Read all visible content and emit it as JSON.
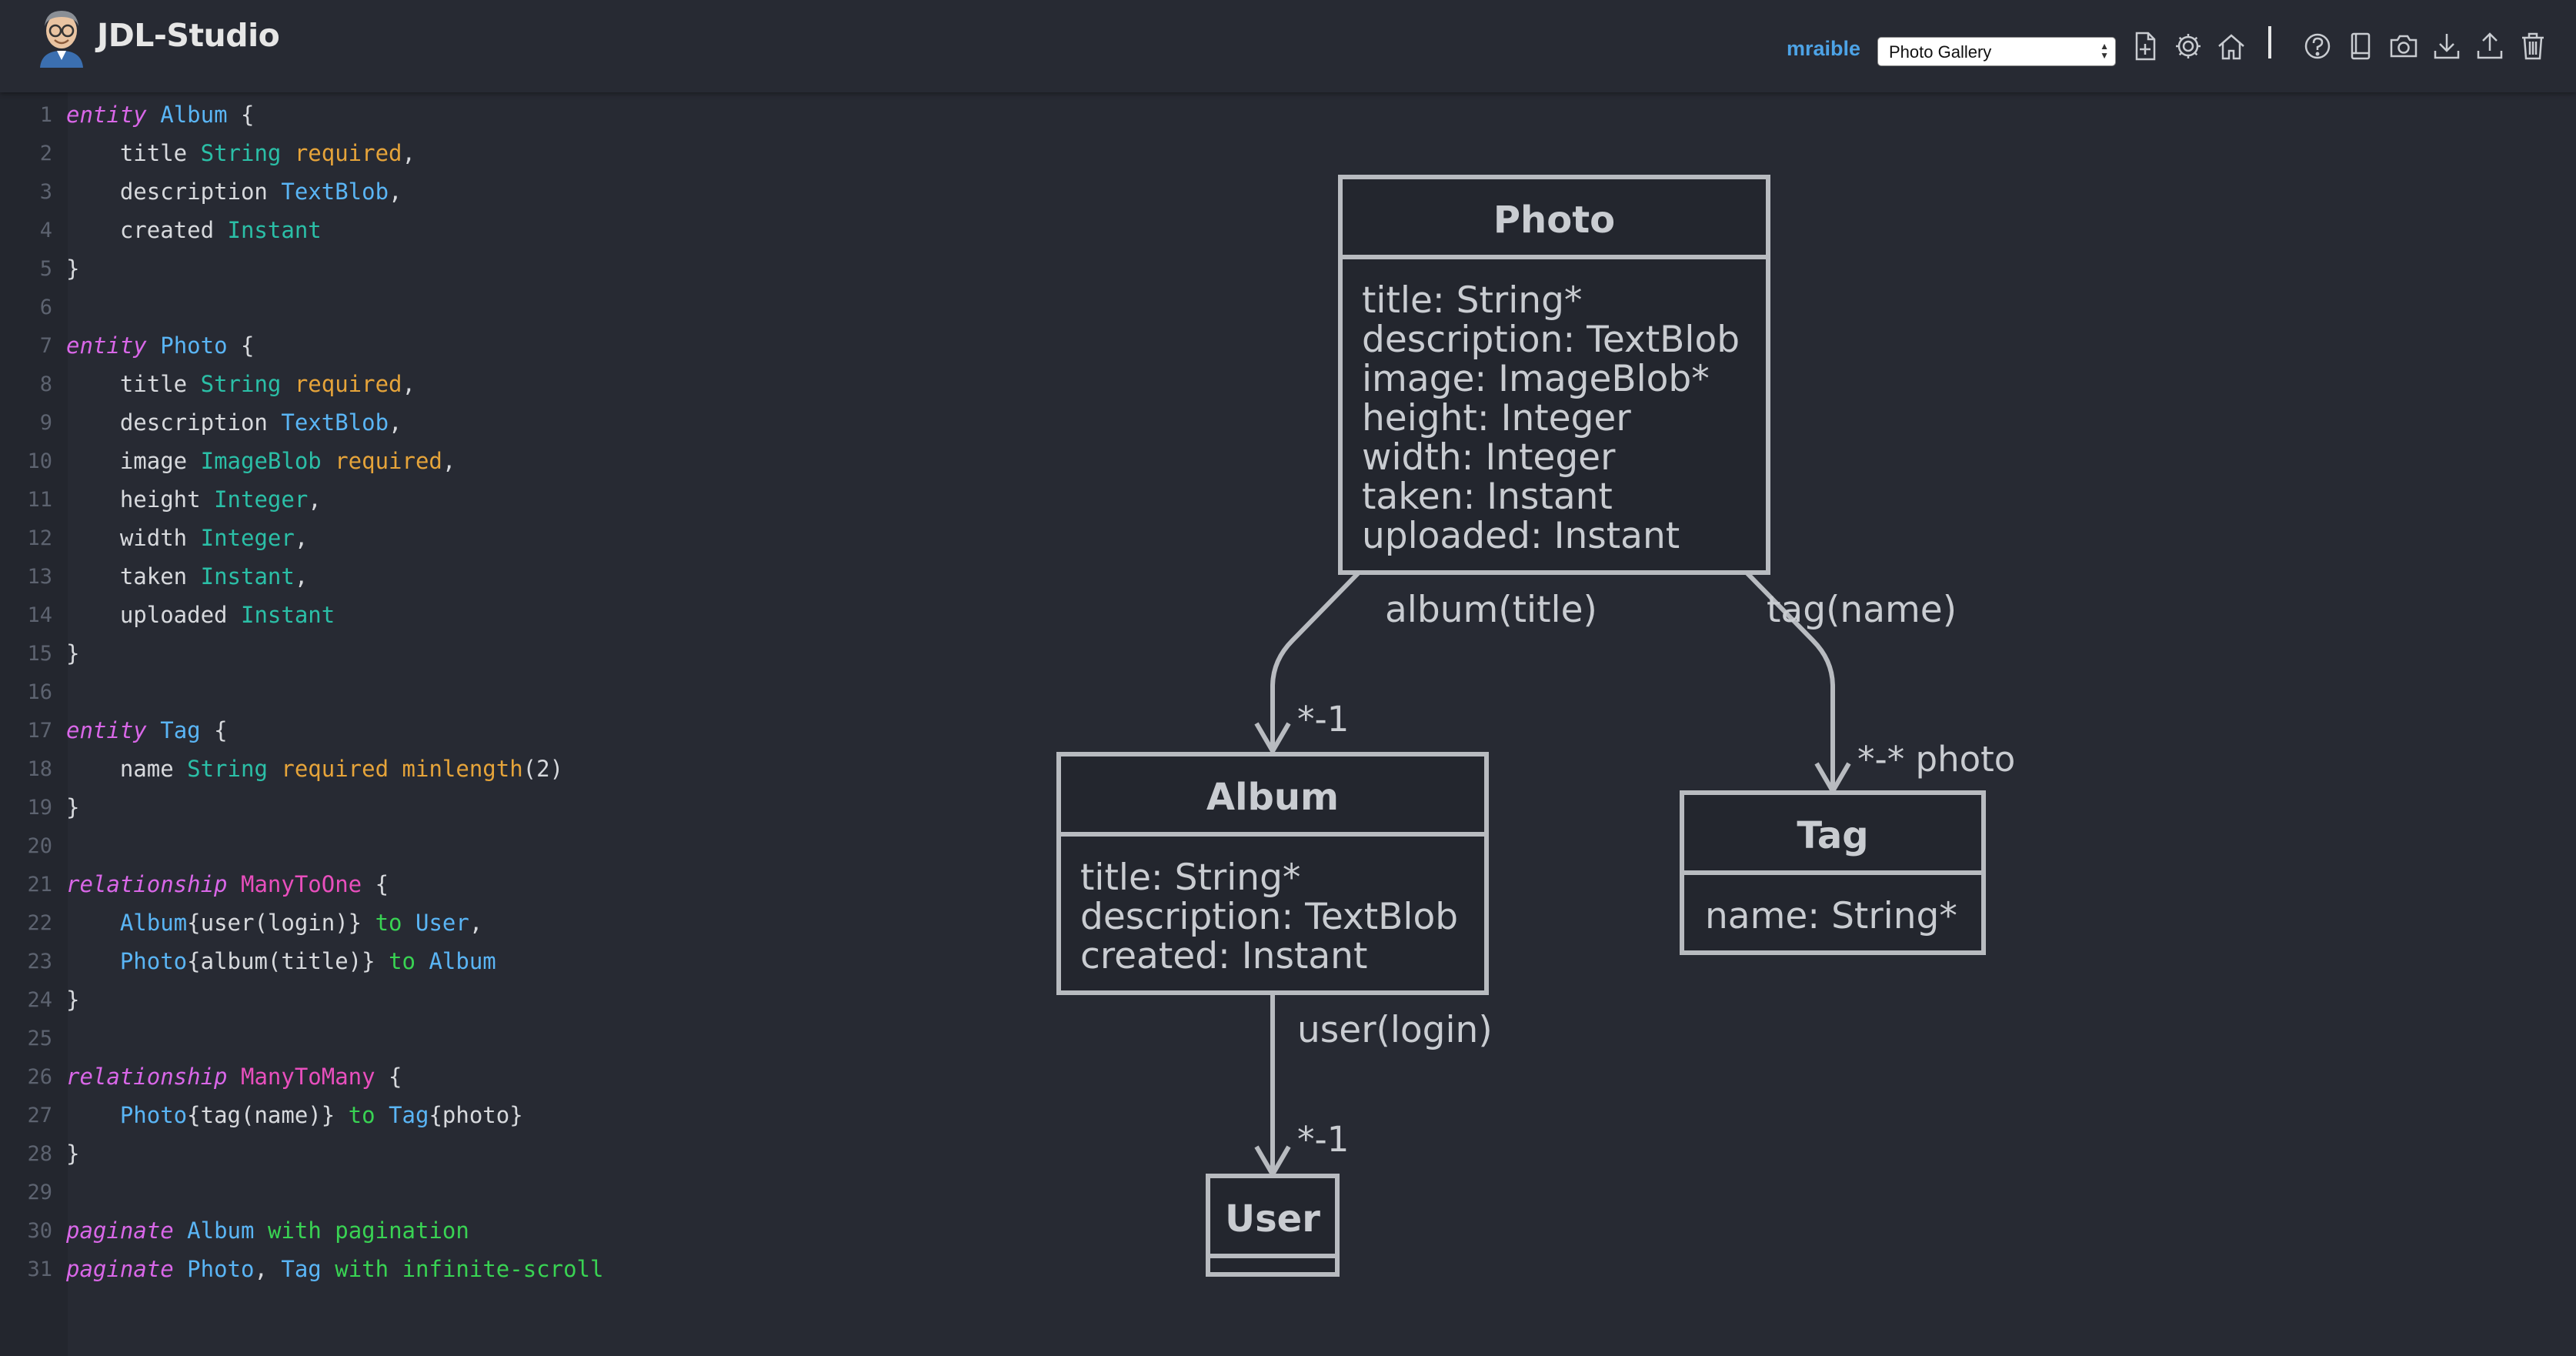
{
  "header": {
    "app_title": "JDL-Studio",
    "username": "mraible",
    "selected_project": "Photo Gallery",
    "tools": [
      "new-file-icon",
      "settings-icon",
      "home-icon",
      "help-icon",
      "book-icon",
      "camera-icon",
      "download-icon",
      "upload-icon",
      "trash-icon"
    ]
  },
  "editor": {
    "line_numbers": [
      "1",
      "2",
      "3",
      "4",
      "5",
      "6",
      "7",
      "8",
      "9",
      "10",
      "11",
      "12",
      "13",
      "14",
      "15",
      "16",
      "17",
      "18",
      "19",
      "20",
      "21",
      "22",
      "23",
      "24",
      "25",
      "26",
      "27",
      "28",
      "29",
      "30",
      "31"
    ],
    "lines": [
      [
        {
          "t": "entity",
          "c": "kw"
        },
        {
          "t": " "
        },
        {
          "t": "Album",
          "c": "name"
        },
        {
          "t": " {"
        }
      ],
      [
        {
          "t": "    title "
        },
        {
          "t": "String",
          "c": "type"
        },
        {
          "t": " "
        },
        {
          "t": "required",
          "c": "val"
        },
        {
          "t": ","
        }
      ],
      [
        {
          "t": "    description "
        },
        {
          "t": "TextBlob",
          "c": "name"
        },
        {
          "t": ","
        }
      ],
      [
        {
          "t": "    created "
        },
        {
          "t": "Instant",
          "c": "type"
        }
      ],
      [
        {
          "t": "}"
        }
      ],
      [],
      [
        {
          "t": "entity",
          "c": "kw"
        },
        {
          "t": " "
        },
        {
          "t": "Photo",
          "c": "name"
        },
        {
          "t": " {"
        }
      ],
      [
        {
          "t": "    title "
        },
        {
          "t": "String",
          "c": "type"
        },
        {
          "t": " "
        },
        {
          "t": "required",
          "c": "val"
        },
        {
          "t": ","
        }
      ],
      [
        {
          "t": "    description "
        },
        {
          "t": "TextBlob",
          "c": "name"
        },
        {
          "t": ","
        }
      ],
      [
        {
          "t": "    image "
        },
        {
          "t": "ImageBlob",
          "c": "type"
        },
        {
          "t": " "
        },
        {
          "t": "required",
          "c": "val"
        },
        {
          "t": ","
        }
      ],
      [
        {
          "t": "    height "
        },
        {
          "t": "Integer",
          "c": "type"
        },
        {
          "t": ","
        }
      ],
      [
        {
          "t": "    width "
        },
        {
          "t": "Integer",
          "c": "type"
        },
        {
          "t": ","
        }
      ],
      [
        {
          "t": "    taken "
        },
        {
          "t": "Instant",
          "c": "type"
        },
        {
          "t": ","
        }
      ],
      [
        {
          "t": "    uploaded "
        },
        {
          "t": "Instant",
          "c": "type"
        }
      ],
      [
        {
          "t": "}"
        }
      ],
      [],
      [
        {
          "t": "entity",
          "c": "kw"
        },
        {
          "t": " "
        },
        {
          "t": "Tag",
          "c": "name"
        },
        {
          "t": " {"
        }
      ],
      [
        {
          "t": "    name "
        },
        {
          "t": "String",
          "c": "type"
        },
        {
          "t": " "
        },
        {
          "t": "required",
          "c": "val"
        },
        {
          "t": " "
        },
        {
          "t": "minlength",
          "c": "val"
        },
        {
          "t": "(2)"
        }
      ],
      [
        {
          "t": "}"
        }
      ],
      [],
      [
        {
          "t": "relationship",
          "c": "kw"
        },
        {
          "t": " "
        },
        {
          "t": "ManyToOne",
          "c": "rel"
        },
        {
          "t": " {"
        }
      ],
      [
        {
          "t": "    "
        },
        {
          "t": "Album",
          "c": "name"
        },
        {
          "t": "{user(login)} "
        },
        {
          "t": "to",
          "c": "green"
        },
        {
          "t": " "
        },
        {
          "t": "User",
          "c": "name"
        },
        {
          "t": ","
        }
      ],
      [
        {
          "t": "    "
        },
        {
          "t": "Photo",
          "c": "name"
        },
        {
          "t": "{album(title)} "
        },
        {
          "t": "to",
          "c": "green"
        },
        {
          "t": " "
        },
        {
          "t": "Album",
          "c": "name"
        }
      ],
      [
        {
          "t": "}"
        }
      ],
      [],
      [
        {
          "t": "relationship",
          "c": "kw"
        },
        {
          "t": " "
        },
        {
          "t": "ManyToMany",
          "c": "rel"
        },
        {
          "t": " {"
        }
      ],
      [
        {
          "t": "    "
        },
        {
          "t": "Photo",
          "c": "name"
        },
        {
          "t": "{tag(name)} "
        },
        {
          "t": "to",
          "c": "green"
        },
        {
          "t": " "
        },
        {
          "t": "Tag",
          "c": "name"
        },
        {
          "t": "{photo}"
        }
      ],
      [
        {
          "t": "}"
        }
      ],
      [],
      [
        {
          "t": "paginate",
          "c": "kw"
        },
        {
          "t": " "
        },
        {
          "t": "Album",
          "c": "name"
        },
        {
          "t": " "
        },
        {
          "t": "with",
          "c": "green"
        },
        {
          "t": " "
        },
        {
          "t": "pagination",
          "c": "green"
        }
      ],
      [
        {
          "t": "paginate",
          "c": "kw"
        },
        {
          "t": " "
        },
        {
          "t": "Photo",
          "c": "name"
        },
        {
          "t": ", "
        },
        {
          "t": "Tag",
          "c": "name"
        },
        {
          "t": " "
        },
        {
          "t": "with",
          "c": "green"
        },
        {
          "t": " "
        },
        {
          "t": "infinite-scroll",
          "c": "green"
        }
      ]
    ]
  },
  "diagram": {
    "photo": {
      "title": "Photo",
      "fields": [
        "title: String*",
        "description: TextBlob",
        "image: ImageBlob*",
        "height: Integer",
        "width: Integer",
        "taken: Instant",
        "uploaded: Instant"
      ]
    },
    "album": {
      "title": "Album",
      "fields": [
        "title: String*",
        "description: TextBlob",
        "created: Instant"
      ]
    },
    "tag": {
      "title": "Tag",
      "fields": [
        "name: String*"
      ]
    },
    "user": {
      "title": "User",
      "fields": []
    },
    "labels": {
      "album_title": "album(title)",
      "tag_name": "tag(name)",
      "card_photo_album": "*-1",
      "card_photo_tag": "*-* photo",
      "user_login": "user(login)",
      "card_album_user": "*-1"
    }
  }
}
